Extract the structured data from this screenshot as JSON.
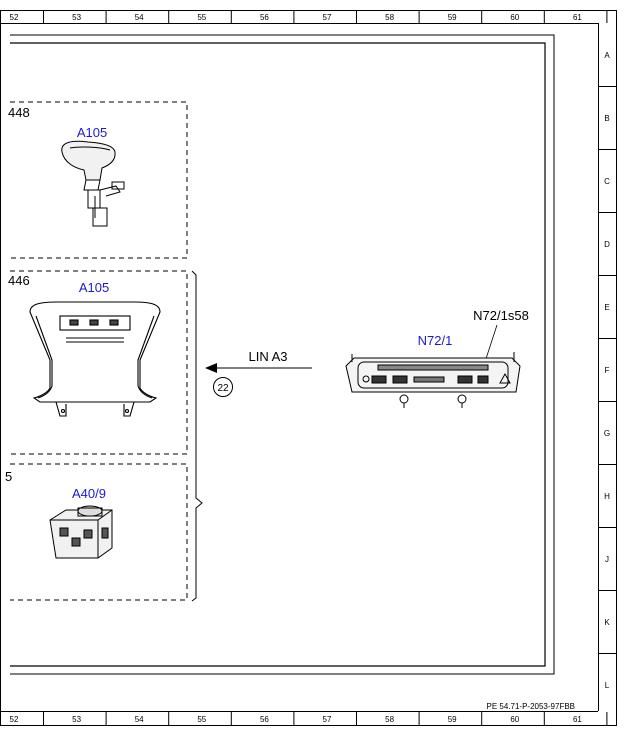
{
  "ruler": {
    "columns": [
      "52",
      "53",
      "54",
      "55",
      "56",
      "57",
      "58",
      "59",
      "60",
      "61"
    ],
    "rows": [
      "A",
      "B",
      "C",
      "D",
      "E",
      "F",
      "G",
      "H",
      "J",
      "K",
      "L"
    ]
  },
  "components": [
    {
      "ref": "448",
      "designation": "A105",
      "kind": "gear-selector-lever"
    },
    {
      "ref": "446",
      "designation": "A105",
      "kind": "overhead-control-panel"
    },
    {
      "ref": "5",
      "designation": "A40/9",
      "kind": "rotary-controller"
    },
    {
      "ref": "",
      "designation": "N72/1",
      "kind": "lower-control-panel"
    }
  ],
  "connection": {
    "bus": "LIN A3",
    "node": "22"
  },
  "switch_label": "N72/1s58",
  "document_id": "PE 54.71-P-2053-97FBB"
}
